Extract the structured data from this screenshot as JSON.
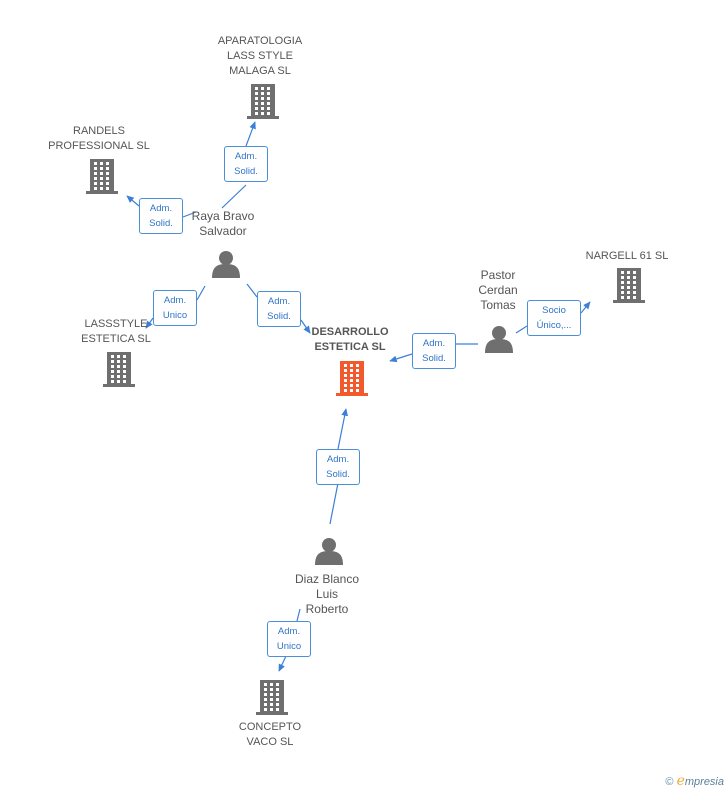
{
  "colors": {
    "company": "#6f6f6f",
    "main_company": "#f25a2e",
    "person": "#6f6f6f",
    "edge": "#3d7fd6",
    "badge_text": "#2f74c8"
  },
  "nodes": {
    "aparatologia": {
      "label": "APARATOLOGIA\nLASS STYLE\nMALAGA SL",
      "icon": "building-icon"
    },
    "randels": {
      "label": "RANDELS\nPROFESSIONAL SL",
      "icon": "building-icon"
    },
    "raya": {
      "label": "Raya Bravo\nSalvador",
      "icon": "person-icon"
    },
    "lassstyle": {
      "label": "LASSSTYLE\nESTETICA SL",
      "icon": "building-icon"
    },
    "desarrollo": {
      "label": "DESARROLLO\nESTETICA SL",
      "icon": "building-icon"
    },
    "pastor": {
      "label": "Pastor\nCerdan\nTomas",
      "icon": "person-icon"
    },
    "nargell": {
      "label": "NARGELL 61 SL",
      "icon": "building-icon"
    },
    "diaz": {
      "label": "Diaz Blanco\nLuis\nRoberto",
      "icon": "person-icon"
    },
    "concepto": {
      "label": "CONCEPTO\nVACO SL",
      "icon": "building-icon"
    }
  },
  "edges": {
    "raya_aparatologia": "Adm.\nSolid.",
    "raya_randels": "Adm.\nSolid.",
    "raya_lassstyle": "Adm.\nUnico",
    "raya_desarrollo": "Adm.\nSolid.",
    "pastor_desarrollo": "Adm.\nSolid.",
    "pastor_nargell": "Socio\nÚnico,...",
    "diaz_desarrollo": "Adm.\nSolid.",
    "diaz_concepto": "Adm.\nUnico"
  },
  "footer": {
    "copyright": "©",
    "brand_e": "e",
    "brand_rest": "mpresia"
  }
}
